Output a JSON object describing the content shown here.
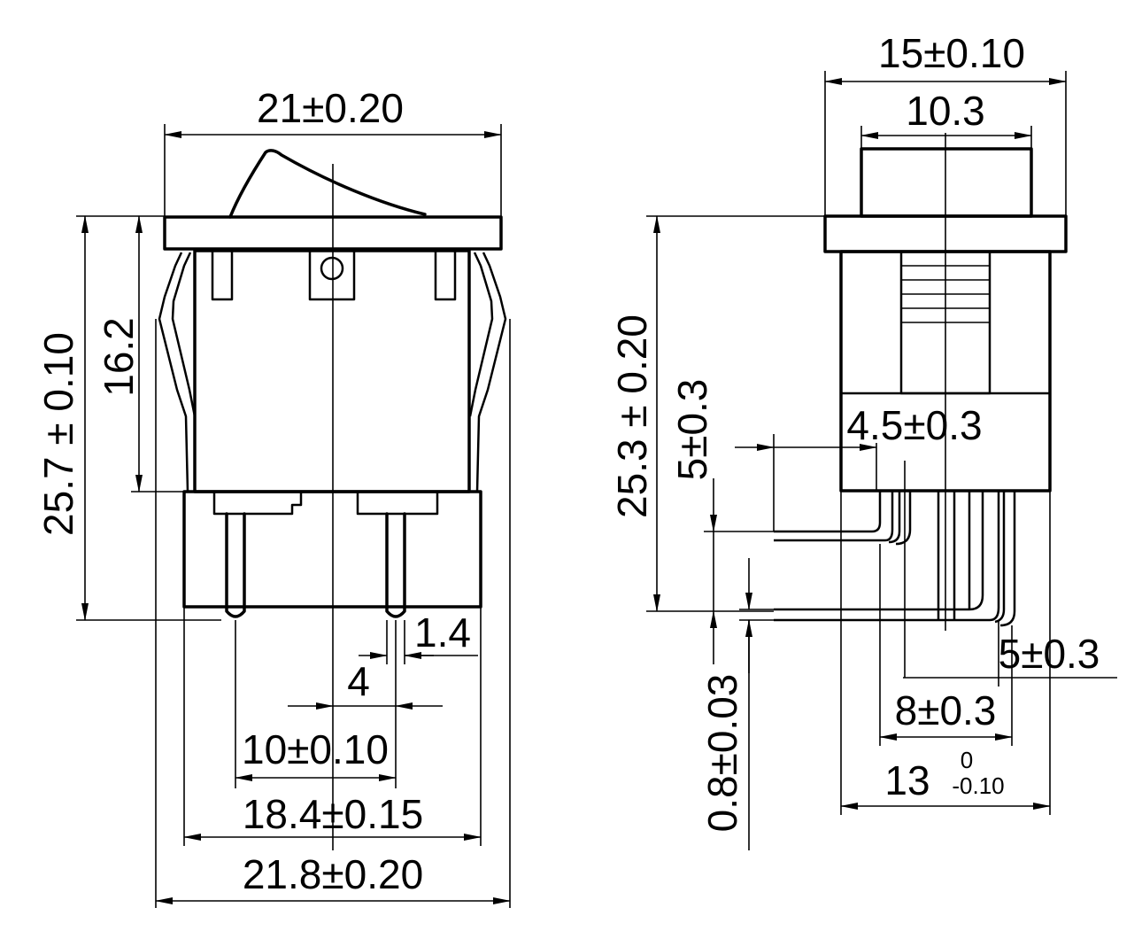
{
  "front_view": {
    "width_top": "21±0.20",
    "height_total": "25.7 ± 0.10",
    "height_body": "16.2",
    "terminal_width": "1.4",
    "terminal_offset": "4",
    "terminal_pitch": "10±0.10",
    "body_width": "18.4±0.15",
    "overall_width": "21.8±0.20"
  },
  "side_view": {
    "flange_width": "15±0.10",
    "rocker_width": "10.3",
    "height_total": "25.3 ± 0.20",
    "bend_height": "5±0.3",
    "bend_length": "4.5±0.3",
    "pin_thickness": "0.8±0.03",
    "pin_offset": "5±0.3",
    "pin_spacing": "8±0.3",
    "body_depth": "13",
    "body_depth_tol_upper": "0",
    "body_depth_tol_lower": "-0.10"
  }
}
